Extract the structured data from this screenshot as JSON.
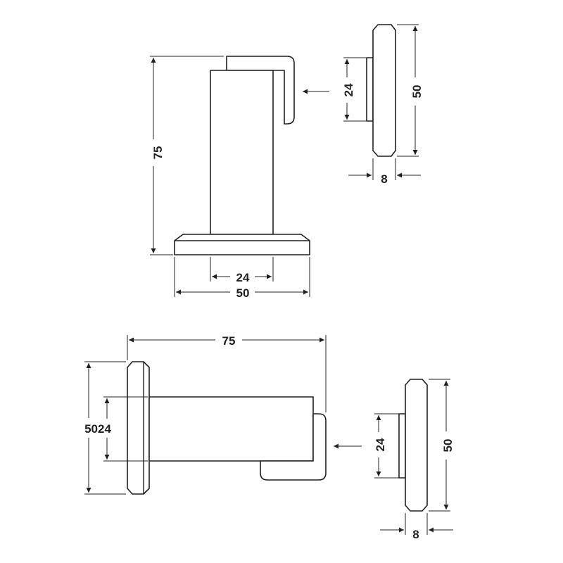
{
  "colors": {
    "line": "#231f20",
    "background": "#ffffff"
  },
  "top_view": {
    "height_label": "75",
    "inner_width_label": "24",
    "outer_width_label": "50"
  },
  "top_plate": {
    "inner_label": "24",
    "outer_label": "50",
    "depth_label": "8"
  },
  "bottom_view": {
    "length_label": "75",
    "left_label": "5024"
  },
  "bottom_plate": {
    "inner_label": "24",
    "outer_label": "50",
    "depth_label": "8"
  }
}
